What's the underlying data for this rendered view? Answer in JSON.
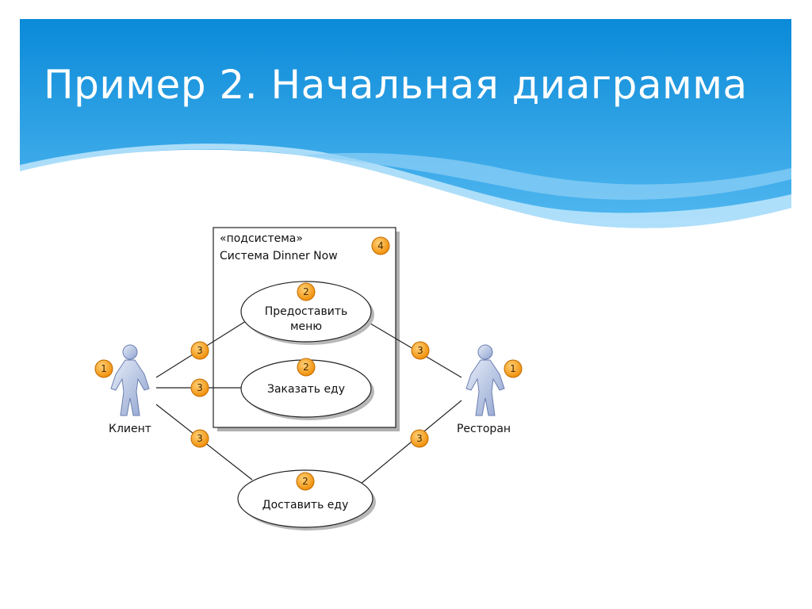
{
  "slide": {
    "title": "Пример 2. Начальная диаграмма"
  },
  "colors": {
    "header_top": "#0a8ad8",
    "header_bottom": "#52b8f0",
    "wave_light": "#bfe6fb",
    "badge_fill": "#f5a623",
    "actor_fill": "#9aaed6"
  },
  "diagram": {
    "subsystem": {
      "stereotype": "«подсистема»",
      "name": "Система Dinner Now",
      "badge": "4"
    },
    "actors": {
      "client": {
        "label": "Клиент",
        "badge": "1"
      },
      "restaurant": {
        "label": "Ресторан",
        "badge": "1"
      }
    },
    "usecases": {
      "menu": {
        "line1": "Предоставить",
        "line2": "меню",
        "badge": "2"
      },
      "order": {
        "label": "Заказать еду",
        "badge": "2"
      },
      "deliver": {
        "label": "Доставить еду",
        "badge": "2"
      }
    },
    "association_badge": "3"
  }
}
